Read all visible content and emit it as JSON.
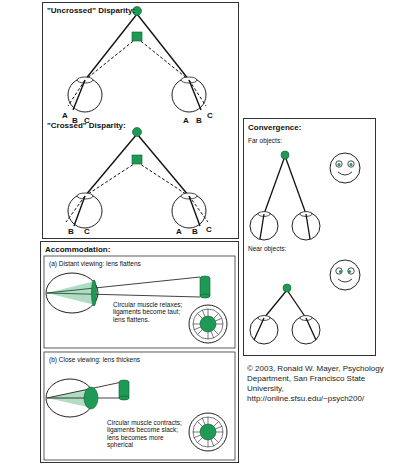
{
  "diagram": {
    "nodes": [
      {
        "text": [
          "\"Uncrossed\" Disparity:",
          "\"Crossed\" Disparity:"
        ]
      },
      {
        "text": [
          "Convergence:",
          "Far objects:",
          "Near objects:"
        ]
      },
      {
        "text": [
          "Accommodation:",
          "(a) Distant viewing: lens flattens",
          "Circular muscle relaxes; ligaments become taut; lens flattens.",
          "(b) Close viewing: lens thickens",
          "Circular muscle contracts; ligaments become slack; lens becomes more spherical"
        ]
      }
    ],
    "labels": [
      "A",
      "B",
      "C",
      "A",
      "B",
      "C",
      "B",
      "C",
      "A",
      "B",
      "C",
      "© 2003, Ronald W. Mayer, Psychology Department, San Francisco State University, http://online.sfsu.edu/~psych200/"
    ]
  }
}
